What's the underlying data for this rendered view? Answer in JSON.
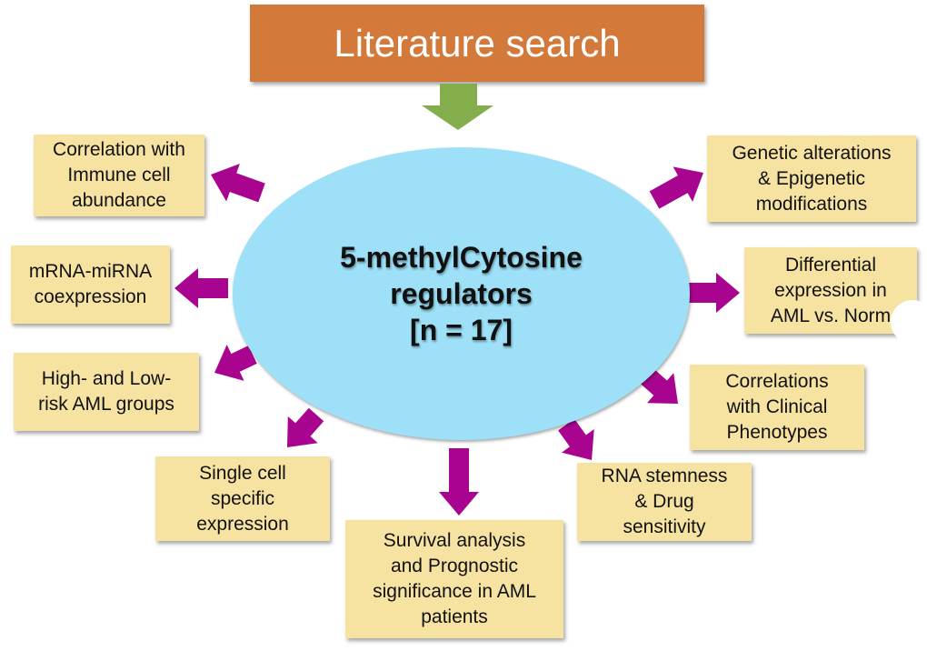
{
  "source": {
    "label": "Literature search"
  },
  "center": {
    "lines": [
      "5-methylCytosine",
      "regulators",
      "[n = 17]"
    ]
  },
  "outputs": [
    {
      "id": "immune",
      "lines": [
        "Correlation with",
        "Immune cell",
        "abundance"
      ]
    },
    {
      "id": "mirna",
      "lines": [
        "mRNA-miRNA",
        "coexpression"
      ]
    },
    {
      "id": "risk",
      "lines": [
        "High- and Low-",
        "risk AML groups"
      ]
    },
    {
      "id": "single-cell",
      "lines": [
        "Single cell",
        "specific",
        "expression"
      ]
    },
    {
      "id": "survival",
      "lines": [
        "Survival analysis",
        "and Prognostic",
        "significance in AML",
        "patients"
      ]
    },
    {
      "id": "stemness",
      "lines": [
        "RNA stemness",
        "& Drug",
        "sensitivity"
      ]
    },
    {
      "id": "clinical",
      "lines": [
        "Correlations",
        "with Clinical",
        "Phenotypes"
      ]
    },
    {
      "id": "differential",
      "lines": [
        "Differential",
        "expression in",
        "AML vs. Norm"
      ]
    },
    {
      "id": "genetic",
      "lines": [
        "Genetic alterations",
        "& Epigenetic",
        "modifications"
      ]
    }
  ],
  "colors": {
    "source_box": "#d3793a",
    "input_arrow": "#84ad4b",
    "center_ellipse": "#9de0f7",
    "output_box": "#f6e3a1",
    "output_arrow": "#a8048f"
  }
}
